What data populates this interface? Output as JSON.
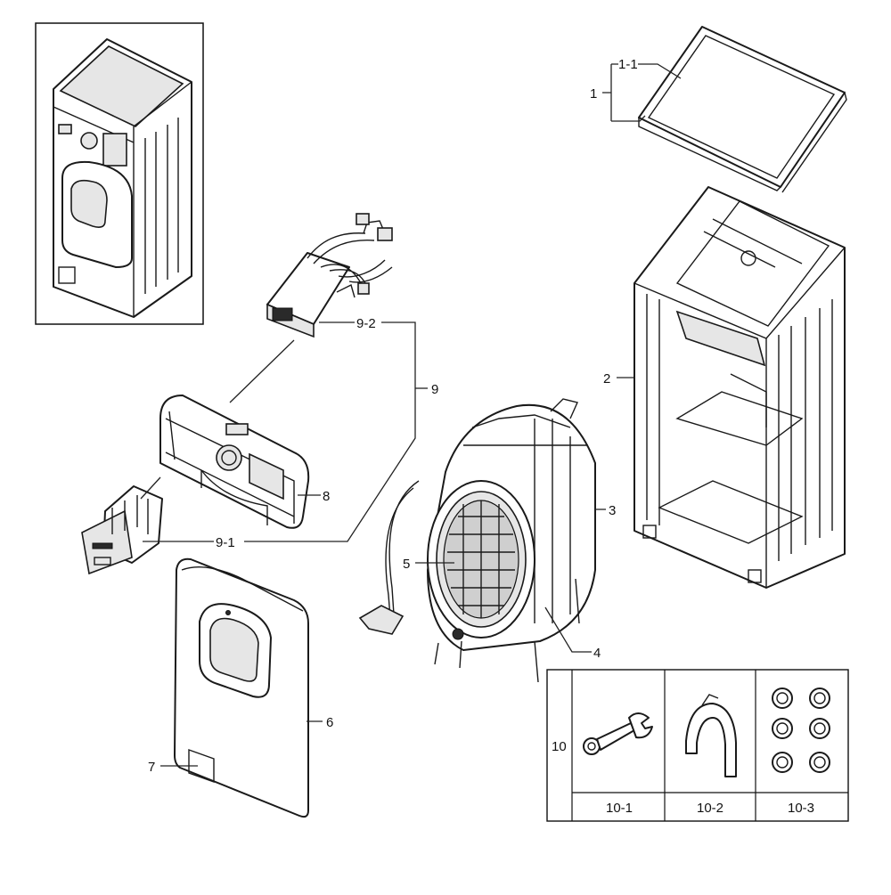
{
  "callouts": {
    "c1": "1",
    "c1_1": "1-1",
    "c2": "2",
    "c3": "3",
    "c4": "4",
    "c5": "5",
    "c6": "6",
    "c7": "7",
    "c8": "8",
    "c9": "9",
    "c9_1": "9-1",
    "c9_2": "9-2"
  },
  "accessories": {
    "group": "10",
    "items": [
      {
        "label": "10-1",
        "icon": "spanner-icon"
      },
      {
        "label": "10-2",
        "icon": "hose-guide-icon"
      },
      {
        "label": "10-3",
        "icon": "caps-icon"
      }
    ]
  }
}
